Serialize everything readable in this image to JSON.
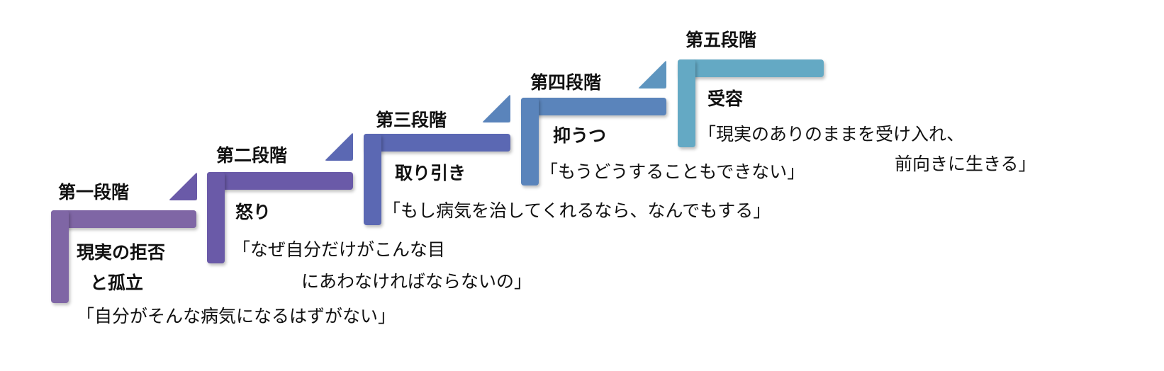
{
  "stages": [
    {
      "label": "第一段階",
      "name": "現実の拒否",
      "name2": "と孤立",
      "quote": "「自分がそんな病気になるはずがない」",
      "color": "#7f66a5"
    },
    {
      "label": "第二段階",
      "name": "怒り",
      "quote": "「なぜ自分だけがこんな目",
      "quote2": "にあわなければならないの」",
      "color": "#6a5aa8"
    },
    {
      "label": "第三段階",
      "name": "取り引き",
      "quote": "「もし病気を治してくれるなら、なんでもする」",
      "color": "#5b68b3"
    },
    {
      "label": "第四段階",
      "name": "抑うつ",
      "quote": "「もうどうすることもできない」",
      "color": "#5a84bb"
    },
    {
      "label": "第五段階",
      "name": "受容",
      "quote": "「現実のありのままを受け入れ、",
      "quote2": "前向きに生きる」",
      "color": "#64a9c4"
    }
  ]
}
